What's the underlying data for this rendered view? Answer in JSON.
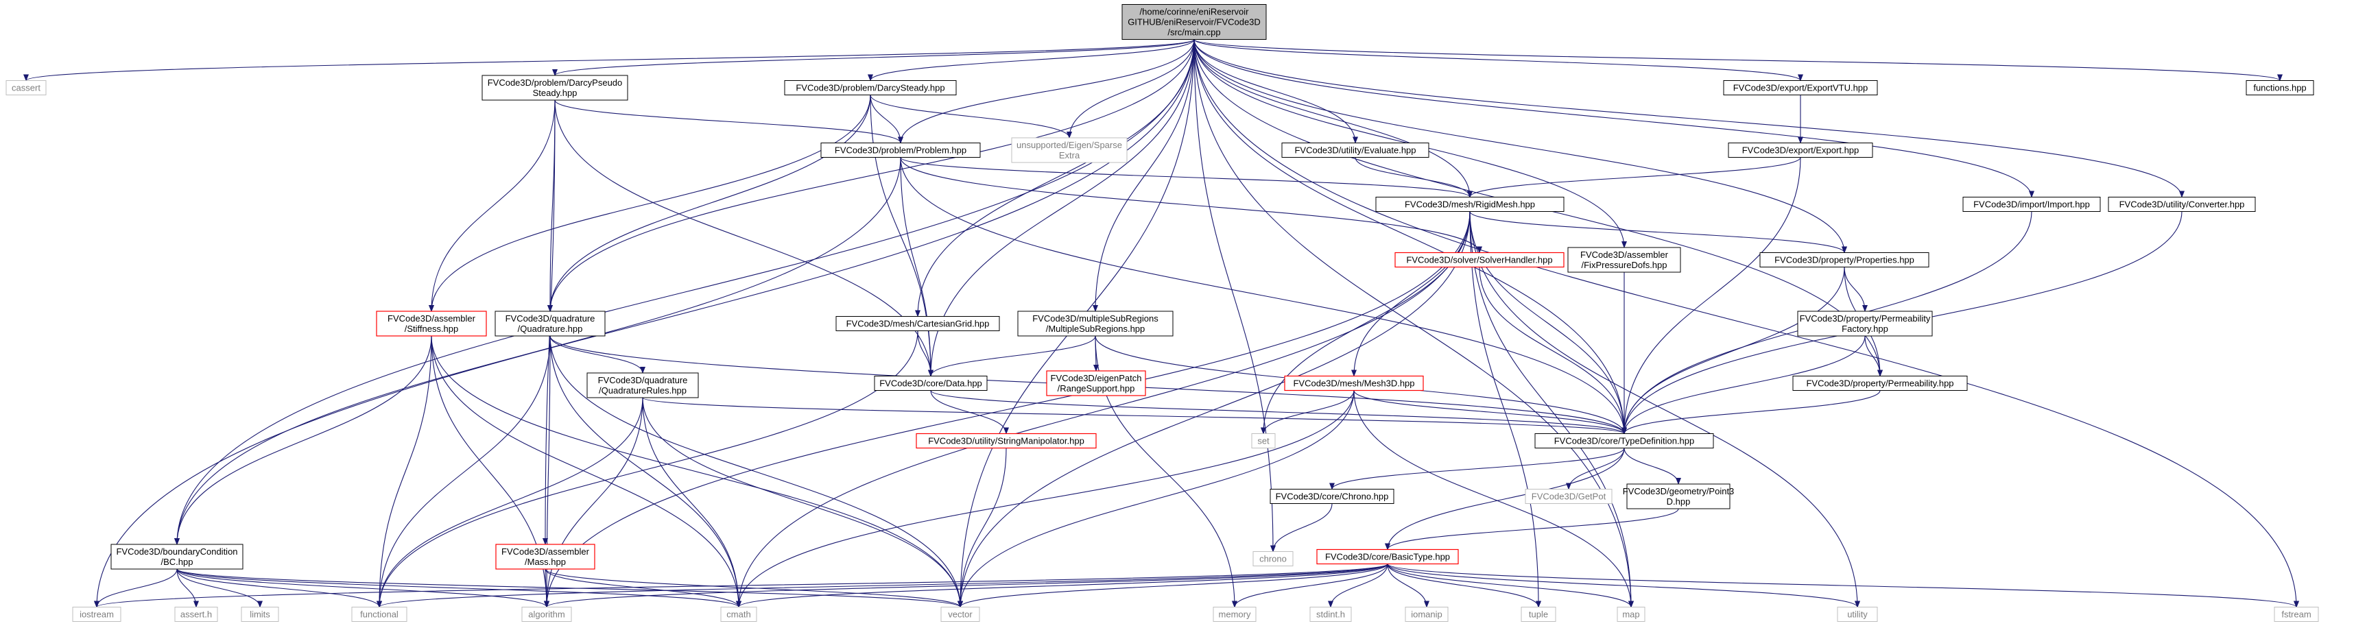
{
  "colors": {
    "main_fill": "#bfbfbf",
    "edge": "#191970",
    "missing_doc_border": "#ff0000",
    "external_text": "#7f7f7f"
  },
  "nodes": [
    {
      "id": "main",
      "kind": "main",
      "lines": [
        "/home/corinne/eniReservoir",
        "GITHUB/eniReservoir/FVCode3D",
        "/src/main.cpp"
      ]
    },
    {
      "id": "cassert",
      "kind": "ext",
      "lines": [
        "cassert"
      ]
    },
    {
      "id": "darcy_pseudo",
      "kind": "doc",
      "lines": [
        "FVCode3D/problem/DarcyPseudo",
        "Steady.hpp"
      ]
    },
    {
      "id": "darcy_steady",
      "kind": "doc",
      "lines": [
        "FVCode3D/problem/DarcySteady.hpp"
      ]
    },
    {
      "id": "eigen_sparse",
      "kind": "ext",
      "lines": [
        "unsupported/Eigen/Sparse",
        "Extra"
      ]
    },
    {
      "id": "problem",
      "kind": "doc",
      "lines": [
        "FVCode3D/problem/Problem.hpp"
      ]
    },
    {
      "id": "evaluate",
      "kind": "doc",
      "lines": [
        "FVCode3D/utility/Evaluate.hpp"
      ]
    },
    {
      "id": "export_vtu",
      "kind": "doc",
      "lines": [
        "FVCode3D/export/ExportVTU.hpp"
      ]
    },
    {
      "id": "export",
      "kind": "doc",
      "lines": [
        "FVCode3D/export/Export.hpp"
      ]
    },
    {
      "id": "functions",
      "kind": "doc",
      "lines": [
        "functions.hpp"
      ]
    },
    {
      "id": "rigidmesh",
      "kind": "doc",
      "lines": [
        "FVCode3D/mesh/RigidMesh.hpp"
      ]
    },
    {
      "id": "import",
      "kind": "doc",
      "lines": [
        "FVCode3D/import/Import.hpp"
      ]
    },
    {
      "id": "converter",
      "kind": "doc",
      "lines": [
        "FVCode3D/utility/Converter.hpp"
      ]
    },
    {
      "id": "solverhandler",
      "kind": "red",
      "lines": [
        "FVCode3D/solver/SolverHandler.hpp"
      ]
    },
    {
      "id": "fixpressure",
      "kind": "doc",
      "lines": [
        "FVCode3D/assembler",
        "/FixPressureDofs.hpp"
      ]
    },
    {
      "id": "properties",
      "kind": "doc",
      "lines": [
        "FVCode3D/property/Properties.hpp"
      ]
    },
    {
      "id": "stiffness",
      "kind": "red",
      "lines": [
        "FVCode3D/assembler",
        "/Stiffness.hpp"
      ]
    },
    {
      "id": "quadrature",
      "kind": "doc",
      "lines": [
        "FVCode3D/quadrature",
        "/Quadrature.hpp"
      ]
    },
    {
      "id": "cartesiangrid",
      "kind": "doc",
      "lines": [
        "FVCode3D/mesh/CartesianGrid.hpp"
      ]
    },
    {
      "id": "multiplesub",
      "kind": "doc",
      "lines": [
        "FVCode3D/multipleSubRegions",
        "/MultipleSubRegions.hpp"
      ]
    },
    {
      "id": "permfactory",
      "kind": "doc",
      "lines": [
        "FVCode3D/property/Permeability",
        "Factory.hpp"
      ]
    },
    {
      "id": "quadrules",
      "kind": "doc",
      "lines": [
        "FVCode3D/quadrature",
        "/QuadratureRules.hpp"
      ]
    },
    {
      "id": "data",
      "kind": "doc",
      "lines": [
        "FVCode3D/core/Data.hpp"
      ]
    },
    {
      "id": "rangesupport",
      "kind": "red",
      "lines": [
        "FVCode3D/eigenPatch",
        "/RangeSupport.hpp"
      ]
    },
    {
      "id": "mesh3d",
      "kind": "red",
      "lines": [
        "FVCode3D/mesh/Mesh3D.hpp"
      ]
    },
    {
      "id": "permeability",
      "kind": "doc",
      "lines": [
        "FVCode3D/property/Permeability.hpp"
      ]
    },
    {
      "id": "set",
      "kind": "ext",
      "lines": [
        "set"
      ]
    },
    {
      "id": "typedef",
      "kind": "doc",
      "lines": [
        "FVCode3D/core/TypeDefinition.hpp"
      ]
    },
    {
      "id": "stringmanip",
      "kind": "red",
      "lines": [
        "FVCode3D/utility/StringManipolator.hpp"
      ]
    },
    {
      "id": "chrono_hpp",
      "kind": "doc",
      "lines": [
        "FVCode3D/core/Chrono.hpp"
      ]
    },
    {
      "id": "getpot",
      "kind": "ext",
      "lines": [
        "FVCode3D/GetPot"
      ]
    },
    {
      "id": "point3d",
      "kind": "doc",
      "lines": [
        "FVCode3D/geometry/Point3",
        "D.hpp"
      ]
    },
    {
      "id": "chrono",
      "kind": "ext",
      "lines": [
        "chrono"
      ]
    },
    {
      "id": "bc",
      "kind": "doc",
      "lines": [
        "FVCode3D/boundaryCondition",
        "/BC.hpp"
      ]
    },
    {
      "id": "mass",
      "kind": "red",
      "lines": [
        "FVCode3D/assembler",
        "/Mass.hpp"
      ]
    },
    {
      "id": "basictype",
      "kind": "red",
      "lines": [
        "FVCode3D/core/BasicType.hpp"
      ]
    },
    {
      "id": "iostream",
      "kind": "ext",
      "lines": [
        "iostream"
      ]
    },
    {
      "id": "asserth",
      "kind": "ext",
      "lines": [
        "assert.h"
      ]
    },
    {
      "id": "limits",
      "kind": "ext",
      "lines": [
        "limits"
      ]
    },
    {
      "id": "functional",
      "kind": "ext",
      "lines": [
        "functional"
      ]
    },
    {
      "id": "algorithm",
      "kind": "ext",
      "lines": [
        "algorithm"
      ]
    },
    {
      "id": "cmath",
      "kind": "ext",
      "lines": [
        "cmath"
      ]
    },
    {
      "id": "vector",
      "kind": "ext",
      "lines": [
        "vector"
      ]
    },
    {
      "id": "memory",
      "kind": "ext",
      "lines": [
        "memory"
      ]
    },
    {
      "id": "stdint",
      "kind": "ext",
      "lines": [
        "stdint.h"
      ]
    },
    {
      "id": "iomanip",
      "kind": "ext",
      "lines": [
        "iomanip"
      ]
    },
    {
      "id": "tuple",
      "kind": "ext",
      "lines": [
        "tuple"
      ]
    },
    {
      "id": "map",
      "kind": "ext",
      "lines": [
        "map"
      ]
    },
    {
      "id": "utility",
      "kind": "ext",
      "lines": [
        "utility"
      ]
    },
    {
      "id": "fstream",
      "kind": "ext",
      "lines": [
        "fstream"
      ]
    }
  ],
  "edges": [
    [
      "main",
      "cassert"
    ],
    [
      "main",
      "darcy_pseudo"
    ],
    [
      "main",
      "darcy_steady"
    ],
    [
      "main",
      "eigen_sparse"
    ],
    [
      "main",
      "problem"
    ],
    [
      "main",
      "evaluate"
    ],
    [
      "main",
      "export_vtu"
    ],
    [
      "main",
      "functions"
    ],
    [
      "main",
      "rigidmesh"
    ],
    [
      "main",
      "import"
    ],
    [
      "main",
      "converter"
    ],
    [
      "main",
      "fixpressure"
    ],
    [
      "main",
      "properties"
    ],
    [
      "main",
      "permeability"
    ],
    [
      "main",
      "quadrature"
    ],
    [
      "main",
      "cartesiangrid"
    ],
    [
      "main",
      "multiplesub"
    ],
    [
      "main",
      "data"
    ],
    [
      "main",
      "typedef"
    ],
    [
      "main",
      "bc"
    ],
    [
      "main",
      "iostream"
    ],
    [
      "main",
      "vector"
    ],
    [
      "main",
      "chrono"
    ],
    [
      "main",
      "fstream"
    ],
    [
      "main",
      "map"
    ],
    [
      "darcy_pseudo",
      "problem"
    ],
    [
      "darcy_pseudo",
      "stiffness"
    ],
    [
      "darcy_pseudo",
      "quadrature"
    ],
    [
      "darcy_pseudo",
      "data"
    ],
    [
      "darcy_pseudo",
      "mass"
    ],
    [
      "darcy_steady",
      "problem"
    ],
    [
      "darcy_steady",
      "eigen_sparse"
    ],
    [
      "darcy_steady",
      "stiffness"
    ],
    [
      "darcy_steady",
      "quadrature"
    ],
    [
      "darcy_steady",
      "data"
    ],
    [
      "problem",
      "rigidmesh"
    ],
    [
      "problem",
      "solverhandler"
    ],
    [
      "problem",
      "data"
    ],
    [
      "problem",
      "typedef"
    ],
    [
      "problem",
      "bc"
    ],
    [
      "evaluate",
      "rigidmesh"
    ],
    [
      "export_vtu",
      "export"
    ],
    [
      "export",
      "rigidmesh"
    ],
    [
      "export",
      "typedef"
    ],
    [
      "import",
      "typedef"
    ],
    [
      "converter",
      "typedef"
    ],
    [
      "rigidmesh",
      "properties"
    ],
    [
      "rigidmesh",
      "mesh3d"
    ],
    [
      "rigidmesh",
      "typedef"
    ],
    [
      "rigidmesh",
      "set"
    ],
    [
      "rigidmesh",
      "algorithm"
    ],
    [
      "rigidmesh",
      "cmath"
    ],
    [
      "rigidmesh",
      "vector"
    ],
    [
      "rigidmesh",
      "tuple"
    ],
    [
      "rigidmesh",
      "map"
    ],
    [
      "rigidmesh",
      "utility"
    ],
    [
      "solverhandler",
      "typedef"
    ],
    [
      "fixpressure",
      "typedef"
    ],
    [
      "properties",
      "permfactory"
    ],
    [
      "properties",
      "permeability"
    ],
    [
      "properties",
      "typedef"
    ],
    [
      "permfactory",
      "permeability"
    ],
    [
      "permfactory",
      "typedef"
    ],
    [
      "permeability",
      "typedef"
    ],
    [
      "stiffness",
      "bc"
    ],
    [
      "stiffness",
      "functional"
    ],
    [
      "stiffness",
      "algorithm"
    ],
    [
      "stiffness",
      "cmath"
    ],
    [
      "stiffness",
      "vector"
    ],
    [
      "quadrature",
      "quadrules"
    ],
    [
      "quadrature",
      "typedef"
    ],
    [
      "quadrature",
      "functional"
    ],
    [
      "quadrature",
      "algorithm"
    ],
    [
      "quadrature",
      "cmath"
    ],
    [
      "quadrature",
      "vector"
    ],
    [
      "quadrules",
      "typedef"
    ],
    [
      "quadrules",
      "functional"
    ],
    [
      "quadrules",
      "algorithm"
    ],
    [
      "quadrules",
      "cmath"
    ],
    [
      "quadrules",
      "vector"
    ],
    [
      "cartesiangrid",
      "data"
    ],
    [
      "cartesiangrid",
      "functional"
    ],
    [
      "multiplesub",
      "data"
    ],
    [
      "multiplesub",
      "rangesupport"
    ],
    [
      "multiplesub",
      "typedef"
    ],
    [
      "multiplesub",
      "memory"
    ],
    [
      "data",
      "typedef"
    ],
    [
      "data",
      "stringmanip"
    ],
    [
      "stringmanip",
      "vector"
    ],
    [
      "mesh3d",
      "typedef"
    ],
    [
      "mesh3d",
      "set"
    ],
    [
      "mesh3d",
      "map"
    ],
    [
      "mesh3d",
      "cmath"
    ],
    [
      "mesh3d",
      "vector"
    ],
    [
      "typedef",
      "chrono_hpp"
    ],
    [
      "typedef",
      "getpot"
    ],
    [
      "typedef",
      "point3d"
    ],
    [
      "typedef",
      "basictype"
    ],
    [
      "chrono_hpp",
      "chrono"
    ],
    [
      "point3d",
      "basictype"
    ],
    [
      "bc",
      "iostream"
    ],
    [
      "bc",
      "asserth"
    ],
    [
      "bc",
      "limits"
    ],
    [
      "bc",
      "functional"
    ],
    [
      "bc",
      "algorithm"
    ],
    [
      "bc",
      "cmath"
    ],
    [
      "bc",
      "vector"
    ],
    [
      "mass",
      "algorithm"
    ],
    [
      "mass",
      "cmath"
    ],
    [
      "mass",
      "vector"
    ],
    [
      "basictype",
      "iostream"
    ],
    [
      "basictype",
      "functional"
    ],
    [
      "basictype",
      "algorithm"
    ],
    [
      "basictype",
      "cmath"
    ],
    [
      "basictype",
      "vector"
    ],
    [
      "basictype",
      "memory"
    ],
    [
      "basictype",
      "stdint"
    ],
    [
      "basictype",
      "iomanip"
    ],
    [
      "basictype",
      "tuple"
    ],
    [
      "basictype",
      "map"
    ],
    [
      "basictype",
      "utility"
    ],
    [
      "basictype",
      "fstream"
    ]
  ]
}
